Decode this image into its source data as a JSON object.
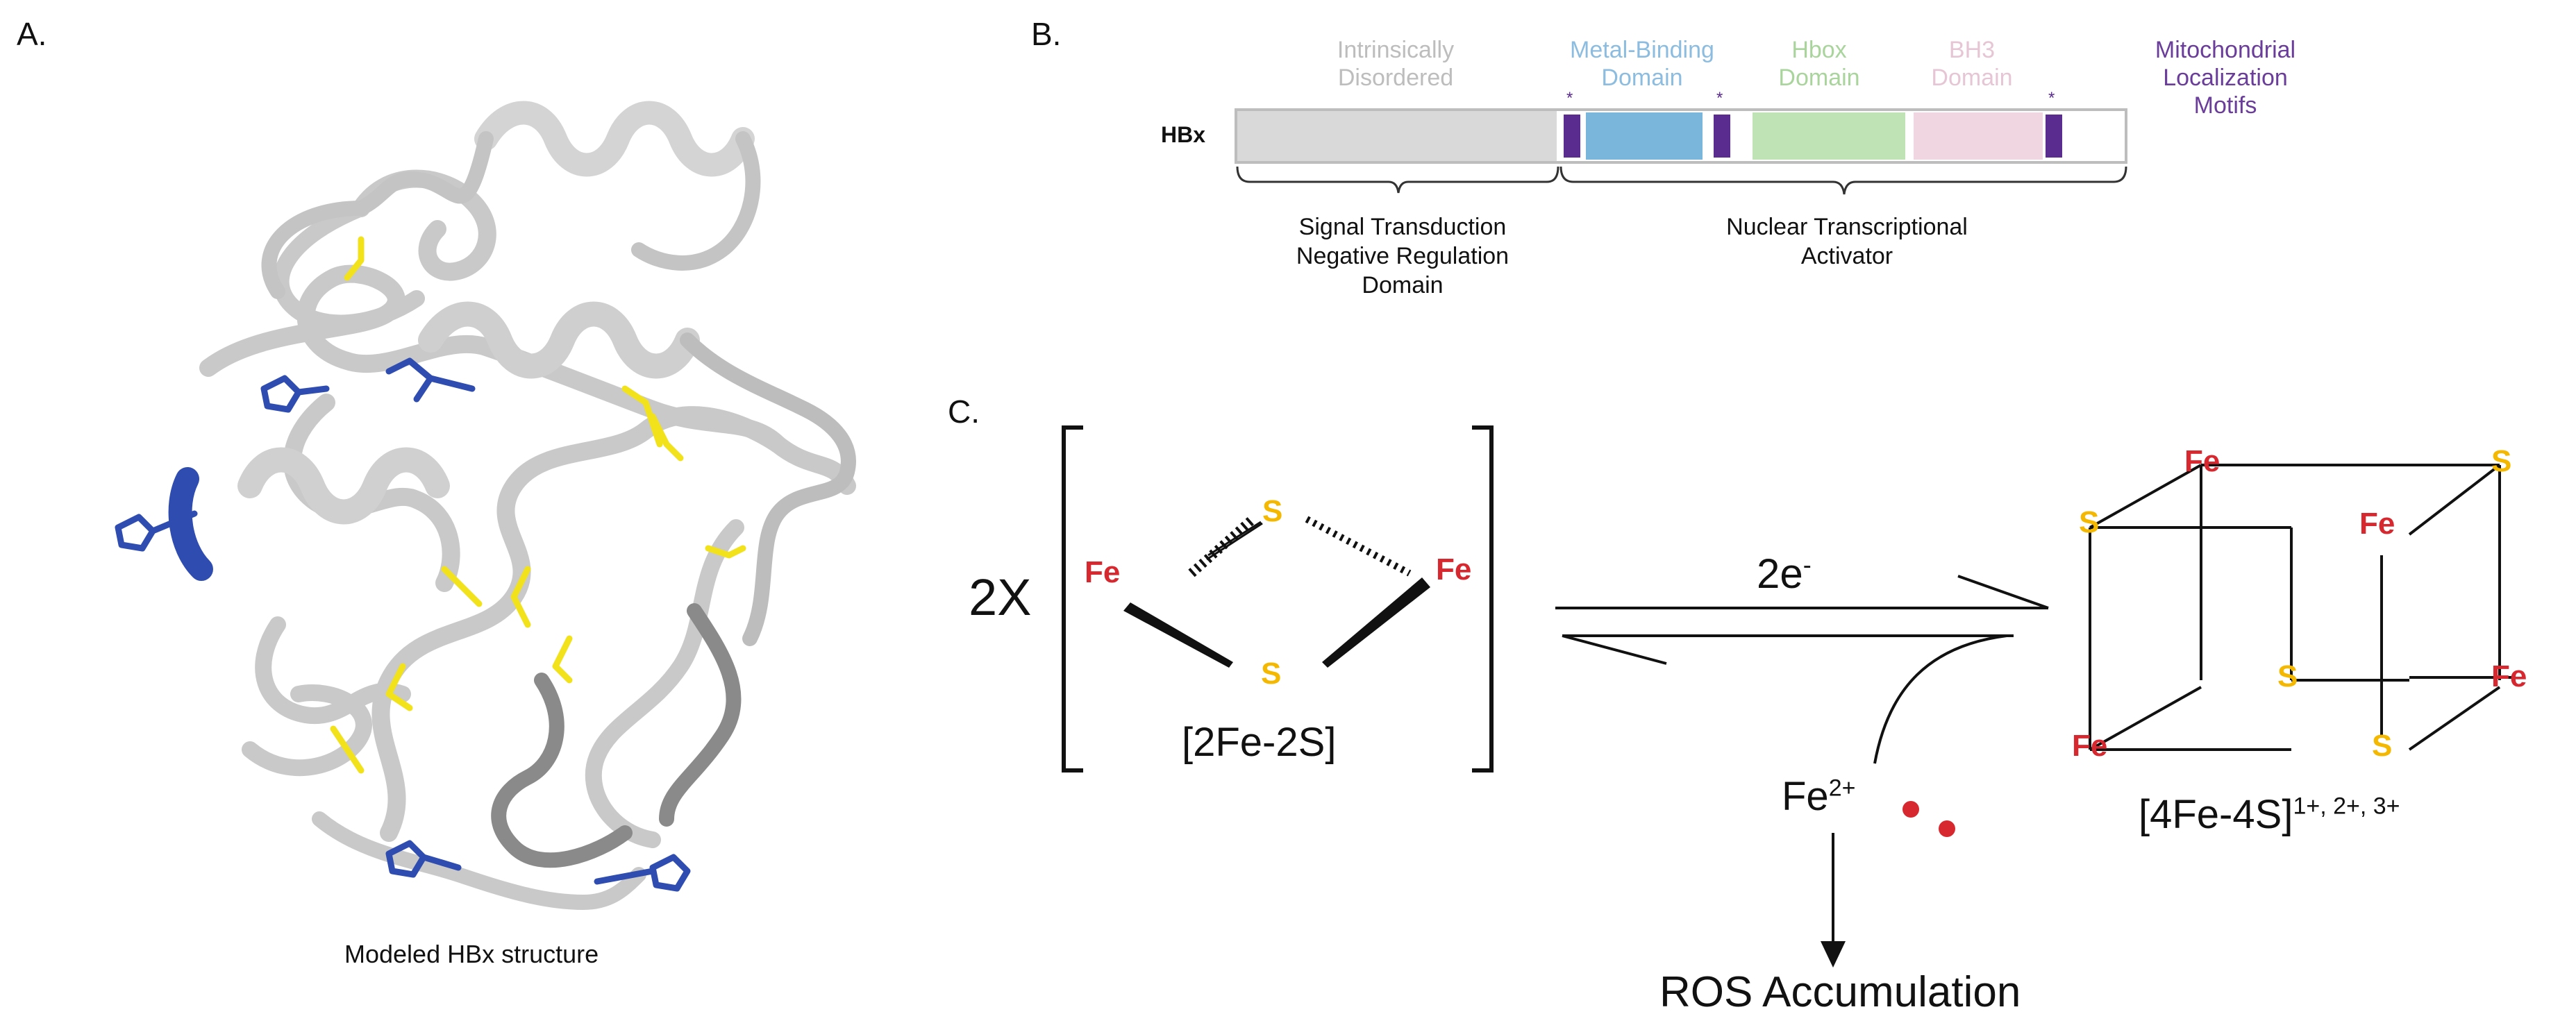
{
  "panel_a": {
    "letter": "A.",
    "caption": "Modeled HBx structure",
    "colors": {
      "ribbon": "#c7c7c7",
      "ribbon_dark": "#7f7f7f",
      "cysteine": "#f2e21b",
      "histidine": "#2f4db0"
    }
  },
  "panel_b": {
    "letter": "B.",
    "protein_label": "HBx",
    "domains": [
      {
        "label_line1": "Intrinsically",
        "label_line2": "Disordered",
        "color": "#d9d9d9",
        "text_color": "#bdbdbd"
      },
      {
        "label_line1": "Metal-Binding",
        "label_line2": "Domain",
        "color": "#7ab6dc",
        "text_color": "#8cbde0"
      },
      {
        "label_line1": "Hbox",
        "label_line2": "Domain",
        "color": "#bfe3b4",
        "text_color": "#a9d59d"
      },
      {
        "label_line1": "BH3",
        "label_line2": "Domain",
        "color": "#f0d6e0",
        "text_color": "#e6c6d4"
      }
    ],
    "motif_label": {
      "line1": "Mitochondrial",
      "line2": "Localization",
      "line3": "Motifs",
      "color": "#6a3d9a"
    },
    "motif_marker": "*",
    "bracket_left": {
      "line1": "Signal Transduction",
      "line2": "Negative Regulation",
      "line3": "Domain"
    },
    "bracket_right": {
      "line1": "Nuclear Transcriptional",
      "line2": "Activator"
    }
  },
  "panel_c": {
    "letter": "C.",
    "multiplier": "2X",
    "fe": "Fe",
    "s": "S",
    "cluster_2fe": "[2Fe-2S]",
    "cluster_4fe": "[4Fe-4S]",
    "cluster_4fe_charge": "1+, 2+, 3+",
    "electrons": "2e",
    "electrons_sup": "-",
    "iron_ion": "Fe",
    "iron_ion_sup": "2+",
    "ros": "ROS Accumulation",
    "colors": {
      "fe": "#d7282f",
      "s": "#f5b800",
      "dots": "#d7282f"
    }
  }
}
